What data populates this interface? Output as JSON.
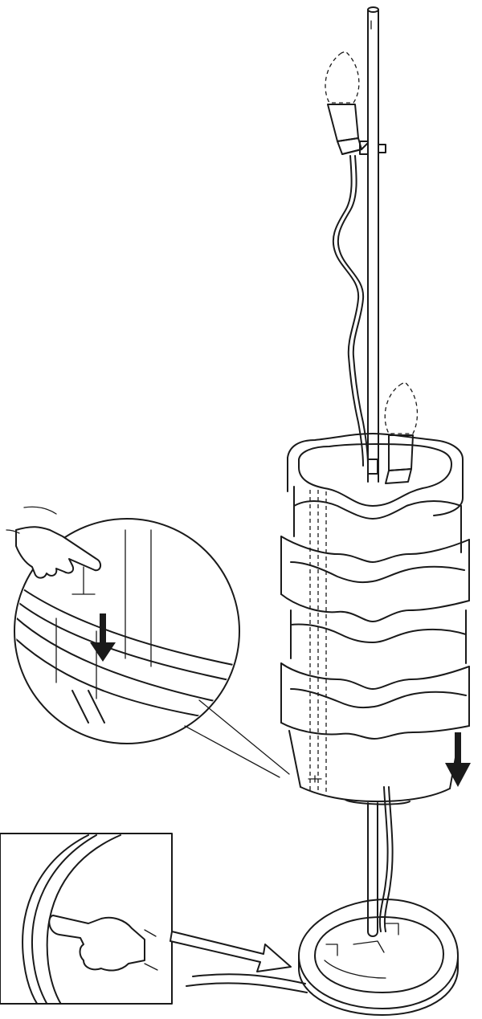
{
  "diagram": {
    "kind": "assembly-instruction",
    "style": "black line art on white",
    "colors": {
      "line": "#1a1a1a",
      "background": "#ffffff"
    },
    "parts": [
      "lamp-pole",
      "upper-bulb",
      "lower-bulb",
      "power-cord",
      "shade-stack",
      "lamp-base"
    ],
    "icons": [
      "pointing-hand-icon",
      "down-arrow-icon",
      "hollow-arrow-icon"
    ]
  }
}
